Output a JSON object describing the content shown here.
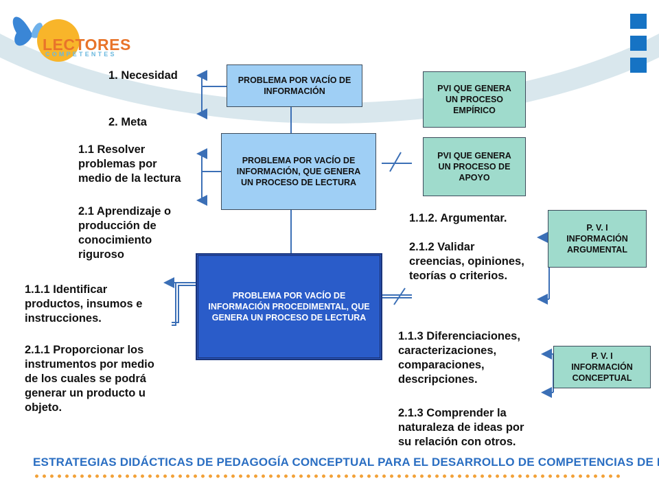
{
  "brand": {
    "name": "LECTORES",
    "tagline": "COMPETENTES"
  },
  "nodes": {
    "problem_main": "PROBLEMA POR VACÍO DE INFORMACIÓN",
    "problem_reading": "PROBLEMA POR VACÍO DE INFORMACIÓN, QUE GENERA UN PROCESO DE LECTURA",
    "problem_procedural": "PROBLEMA POR VACÍO DE INFORMACIÓN PROCEDIMENTAL, QUE GENERA UN PROCESO DE LECTURA",
    "pvi_empirical": "PVI QUE GENERA UN PROCESO EMPÍRICO",
    "pvi_support": "PVI QUE GENERA UN PROCESO DE APOYO",
    "pvi_argumental": "P. V. I INFORMACIÓN ARGUMENTAL",
    "pvi_conceptual": "P. V. I INFORMACIÓN CONCEPTUAL"
  },
  "labels": {
    "need": "1. Necesidad",
    "goal": "2. Meta",
    "solve": [
      "1.1 Resolver",
      "problemas por",
      "medio de la lectura"
    ],
    "learn": [
      "2.1 Aprendizaje o",
      "producción de",
      "conocimiento",
      "riguroso"
    ],
    "identify": [
      "1.1.1   Identificar",
      "productos, insumos e",
      "instrucciones."
    ],
    "provide": [
      "2.1.1 Proporcionar los",
      "instrumentos por medio",
      "de los cuales se podrá",
      "generar un producto u",
      "objeto."
    ],
    "argue": "1.1.2. Argumentar.",
    "validate": [
      "2.1.2 Validar",
      "creencias, opiniones,",
      "teorías o criterios."
    ],
    "differentiate": [
      "1.1.3 Diferenciaciones,",
      "caracterizaciones,",
      "comparaciones,",
      "descripciones."
    ],
    "understand": [
      "2.1.3 Comprender la",
      "naturaleza de  ideas por",
      "su relación con otros."
    ]
  },
  "footer": {
    "title": "ESTRATEGIAS DIDÁCTICAS DE PEDAGOGÍA CONCEPTUAL PARA EL DESARROLLO DE COMPETENCIAS DE LECTURA"
  },
  "colors": {
    "light_blue_box": "#9fcff5",
    "dark_blue_box": "#2a5cc9",
    "teal_box": "#9fdbcc",
    "connector": "#3b6fb6",
    "footer_text": "#2a6ec2",
    "decor_squares": "#1673c4"
  }
}
